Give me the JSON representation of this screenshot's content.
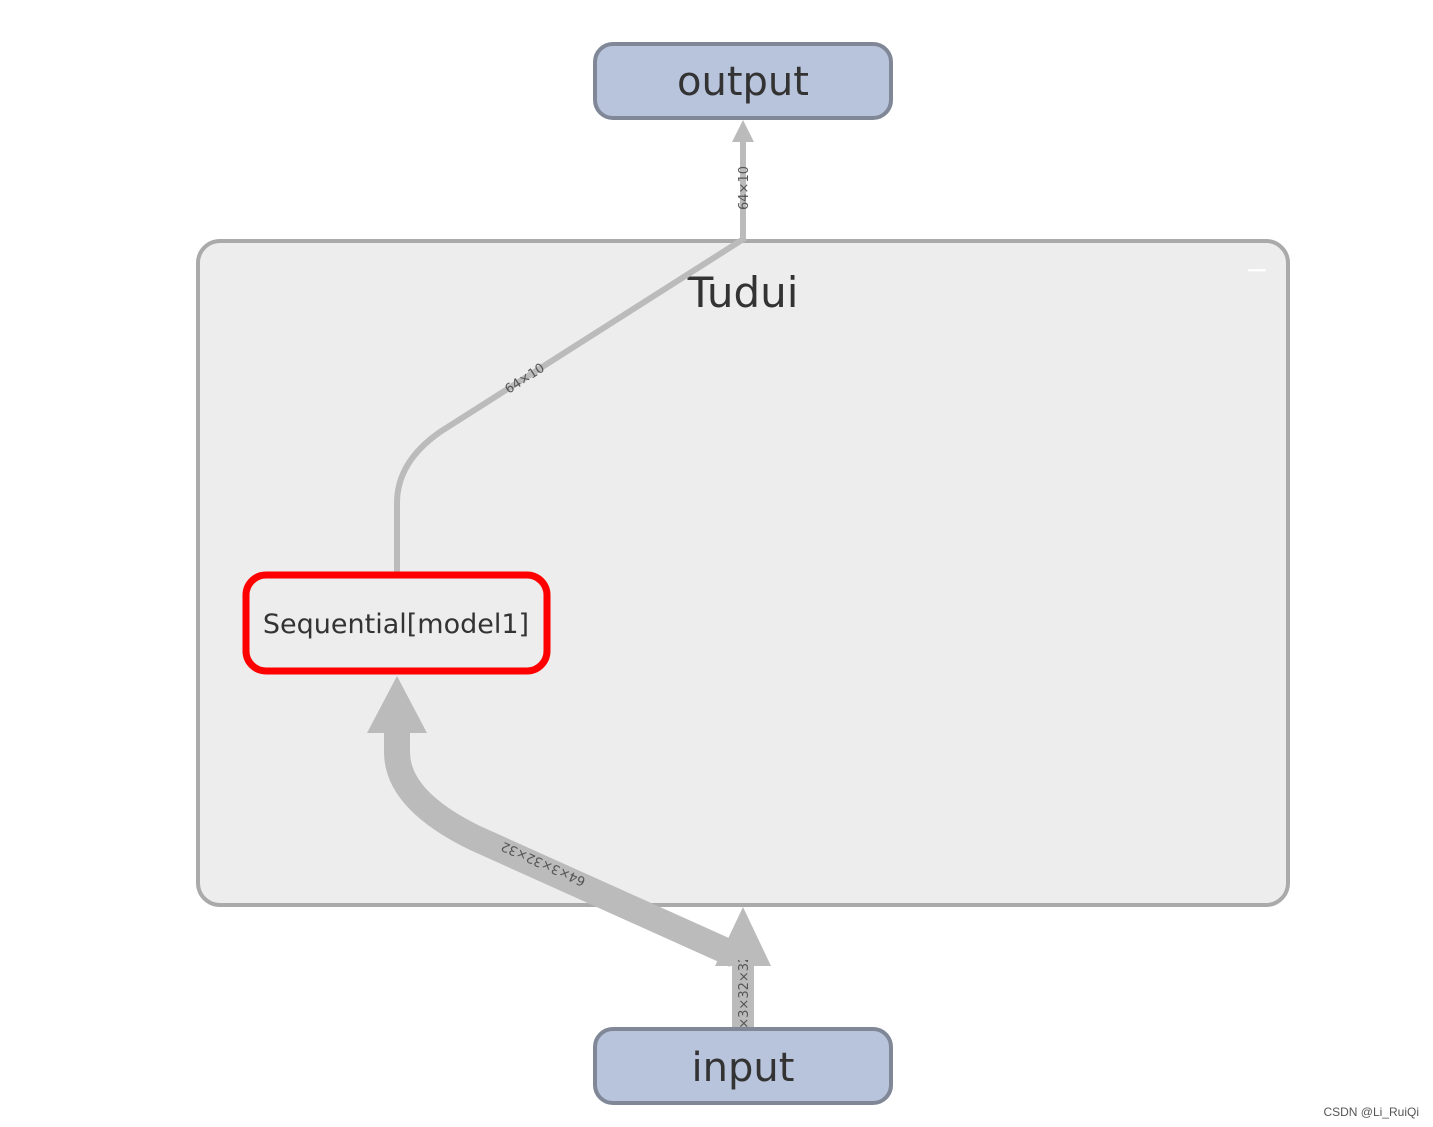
{
  "graph": {
    "group": {
      "label": "Tudui",
      "collapse_symbol": "−"
    },
    "nodes": {
      "output": {
        "label": "output"
      },
      "input": {
        "label": "input"
      },
      "sequential": {
        "label": "Sequential[model1]",
        "highlighted": true
      }
    },
    "edges": {
      "seq_to_group_out": {
        "label": "64×10"
      },
      "group_to_output": {
        "label": "64×10"
      },
      "input_to_group": {
        "label": "64×3×32×32"
      },
      "group_in_to_seq": {
        "label": "64×3×32×32"
      }
    }
  },
  "colors": {
    "node_fill": "#b8c4dc",
    "node_stroke": "#808898",
    "group_fill": "#ededed",
    "group_stroke": "#aaaaaa",
    "edge": "#bbbbbb",
    "highlight": "#ff0000"
  },
  "watermark": "CSDN @Li_RuiQi"
}
